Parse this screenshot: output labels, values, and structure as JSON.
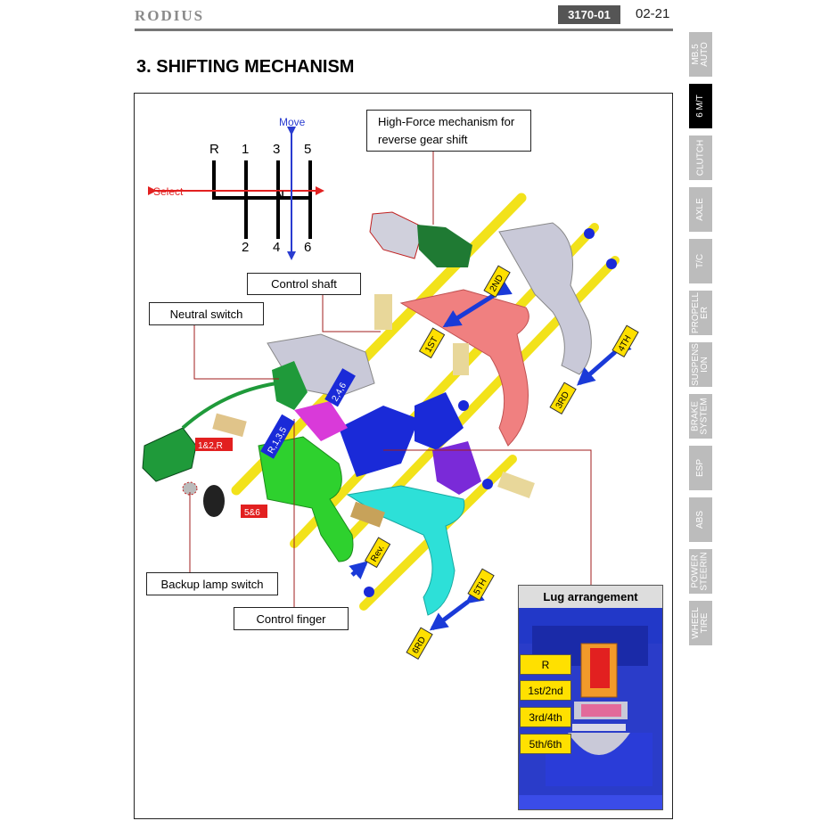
{
  "header": {
    "brand": "RODIUS",
    "doc_code": "3170-01",
    "page": "02-21"
  },
  "section_title": "3. SHIFTING MECHANISM",
  "side_tabs": [
    {
      "label": "MB.5 AUTO",
      "active": false
    },
    {
      "label": "6 M/T",
      "active": true
    },
    {
      "label": "CLUTCH",
      "active": false
    },
    {
      "label": "AXLE",
      "active": false
    },
    {
      "label": "T/C",
      "active": false
    },
    {
      "label": "PROPELLER",
      "active": false
    },
    {
      "label": "SUSPENSION",
      "active": false
    },
    {
      "label": "BRAKE SYSTEM",
      "active": false
    },
    {
      "label": "ESP",
      "active": false
    },
    {
      "label": "ABS",
      "active": false
    },
    {
      "label": "POWER STEERIN",
      "active": false
    },
    {
      "label": "WHEEL TIRE",
      "active": false
    }
  ],
  "shift_pattern": {
    "move_label": "Move",
    "select_label": "Select",
    "top_gears": [
      "R",
      "1",
      "3",
      "5"
    ],
    "bottom_gears": [
      "2",
      "4",
      "6"
    ],
    "neutral": "N"
  },
  "callouts": {
    "high_force_line1": "High-Force mechanism for",
    "high_force_line2": "reverse gear shift",
    "control_shaft": "Control shaft",
    "neutral_switch": "Neutral switch",
    "backup_lamp_switch": "Backup lamp switch",
    "control_finger": "Control finger"
  },
  "tags": {
    "g1st": "1ST",
    "g2nd": "2ND",
    "g3rd": "3RD",
    "g4th": "4TH",
    "g5th": "5TH",
    "g6th": "6RD",
    "rev": "Rev.",
    "r135": "R,1,3,5",
    "g246": "2,4,6",
    "g12r": "1&2,R",
    "g56": "5&6"
  },
  "lug_arrangement": {
    "title": "Lug arrangement",
    "items": [
      "R",
      "1st/2nd",
      "3rd/4th",
      "5th/6th"
    ]
  },
  "colors": {
    "shaft_yellow": "#f2e21a",
    "fork_salmon": "#f08080",
    "fork_gray": "#c9c9d8",
    "block_blue": "#1a2ad8",
    "fork_cyan": "#2de0d8",
    "fork_green": "#2ed12e",
    "magenta": "#d93ad9",
    "switch_green": "#1f9a3a",
    "purple": "#7a2ad8",
    "tag_red": "#e22020"
  }
}
